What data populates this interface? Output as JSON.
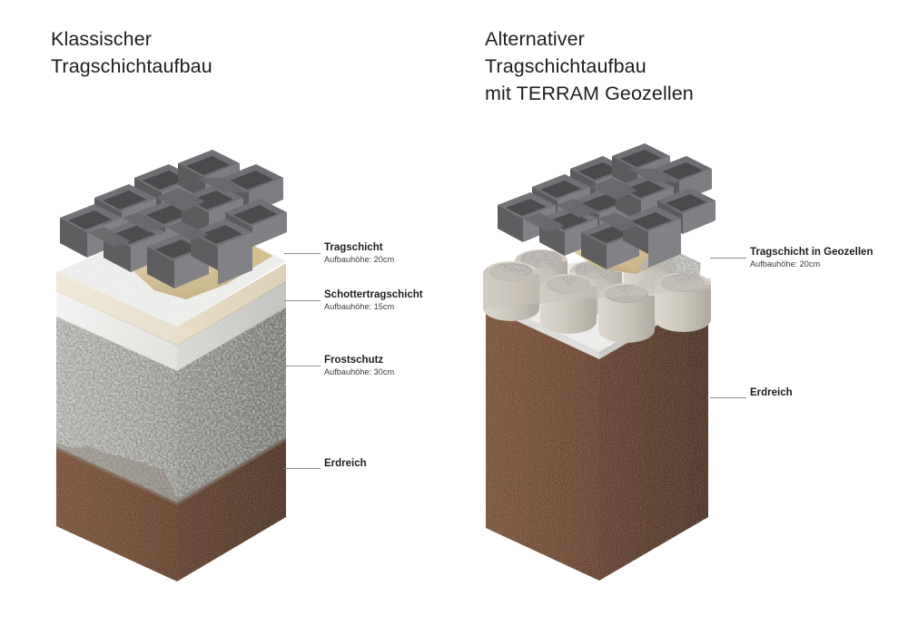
{
  "titles": {
    "left": "Klassischer\nTragschichtaufbau",
    "right": "Alternativer\nTragschichtaufbau\nmit TERRAM Geozellen"
  },
  "left_diagram": {
    "name": "klassischer-tragschichtaufbau",
    "labels": [
      {
        "title": "Tragschicht",
        "sub": "Aufbauhöhe: 20cm"
      },
      {
        "title": "Schottertragschicht",
        "sub": "Aufbauhöhe: 15cm"
      },
      {
        "title": "Frostschutz",
        "sub": "Aufbauhöhe: 30cm"
      },
      {
        "title": "Erdreich",
        "sub": ""
      }
    ]
  },
  "right_diagram": {
    "name": "alternativer-tragschichtaufbau-geozellen",
    "labels": [
      {
        "title": "Tragschicht in Geozellen",
        "sub": "Aufbauhöhe: 20cm"
      },
      {
        "title": "Erdreich",
        "sub": ""
      }
    ]
  },
  "colors": {
    "soil_front": "#6b4128",
    "soil_side": "#4e2d1b",
    "soil_top": "#7a4d2f",
    "gravel_front": "#b9b9b4",
    "gravel_side": "#949490",
    "gravel_top": "#cecec8",
    "sand": "#e2d0a6",
    "sand_shadow": "#c9b585",
    "base_white": "#f2f2f0",
    "base_white_side": "#d8d8d5",
    "paver_dark": "#58585a",
    "paver_mid": "#6e6e71",
    "paver_light": "#86868a",
    "geocell": "#cdc8be",
    "geocell_shade": "#b1aca2",
    "leader": "#8d8d8d",
    "text": "#1d1d1b",
    "background": "#ffffff"
  }
}
